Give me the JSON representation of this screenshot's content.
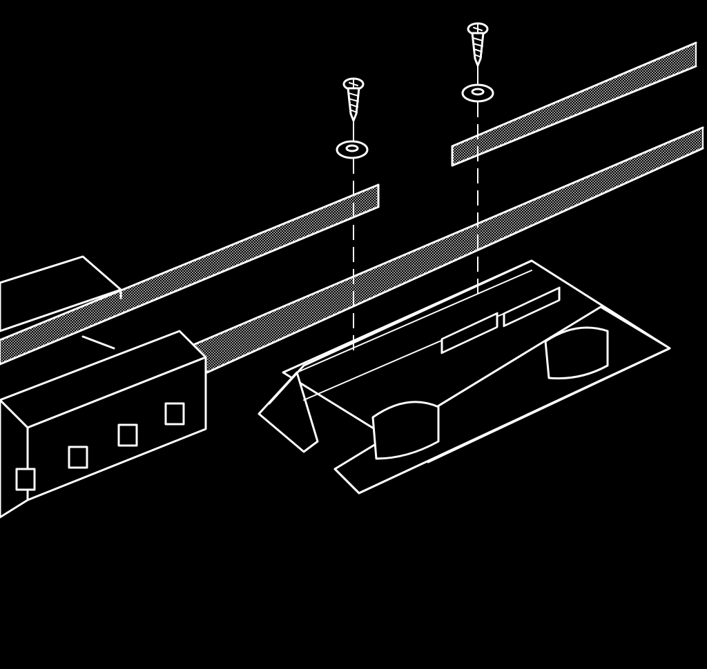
{
  "figure": {
    "kind": "exploded-isometric-assembly",
    "colors": {
      "background": "#000000",
      "line": "#ffffff"
    },
    "parts": {
      "screws": {
        "count": 2,
        "icon": "phillips-screw-icon"
      },
      "washers": {
        "count": 2,
        "icon": "washer-icon"
      },
      "toothed_belt_segments": 3,
      "rail_box_windows": 4
    }
  }
}
